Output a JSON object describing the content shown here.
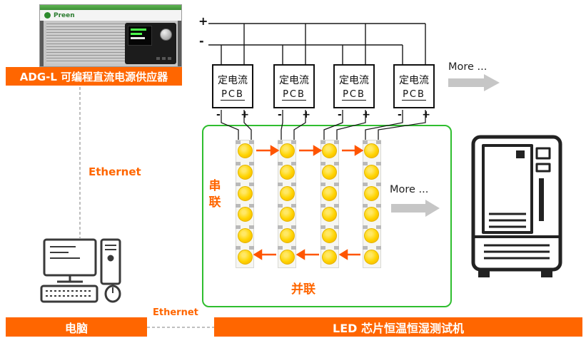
{
  "device": {
    "brand": "Preen",
    "banner": "ADG-L 可编程直流电源供应器"
  },
  "computer": {
    "banner": "电脑"
  },
  "tester": {
    "banner": "LED 芯片恒温恒湿测试机"
  },
  "ethernet": {
    "left_label": "Ethernet",
    "bottom_label": "Ethernet"
  },
  "bus": {
    "plus": "+",
    "minus": "-"
  },
  "pcb": {
    "terminal_minus": "-",
    "terminal_plus": "+",
    "boxes": [
      {
        "line1": "定电流",
        "line2": "PCB"
      },
      {
        "line1": "定电流",
        "line2": "PCB"
      },
      {
        "line1": "定电流",
        "line2": "PCB"
      },
      {
        "line1": "定电流",
        "line2": "PCB"
      }
    ]
  },
  "panel": {
    "series_label": "串联",
    "parallel_label": "并联",
    "strip_count": 4,
    "leds_per_strip": 6,
    "more_label": "More ..."
  },
  "more_top_label": "More ...",
  "colors": {
    "accent_orange": "#FF6600",
    "panel_green": "#2FBE2F",
    "led_yellow": "#FFD400",
    "arrow_gray": "#C6C6C6",
    "wire_black": "#1A1A1A"
  }
}
